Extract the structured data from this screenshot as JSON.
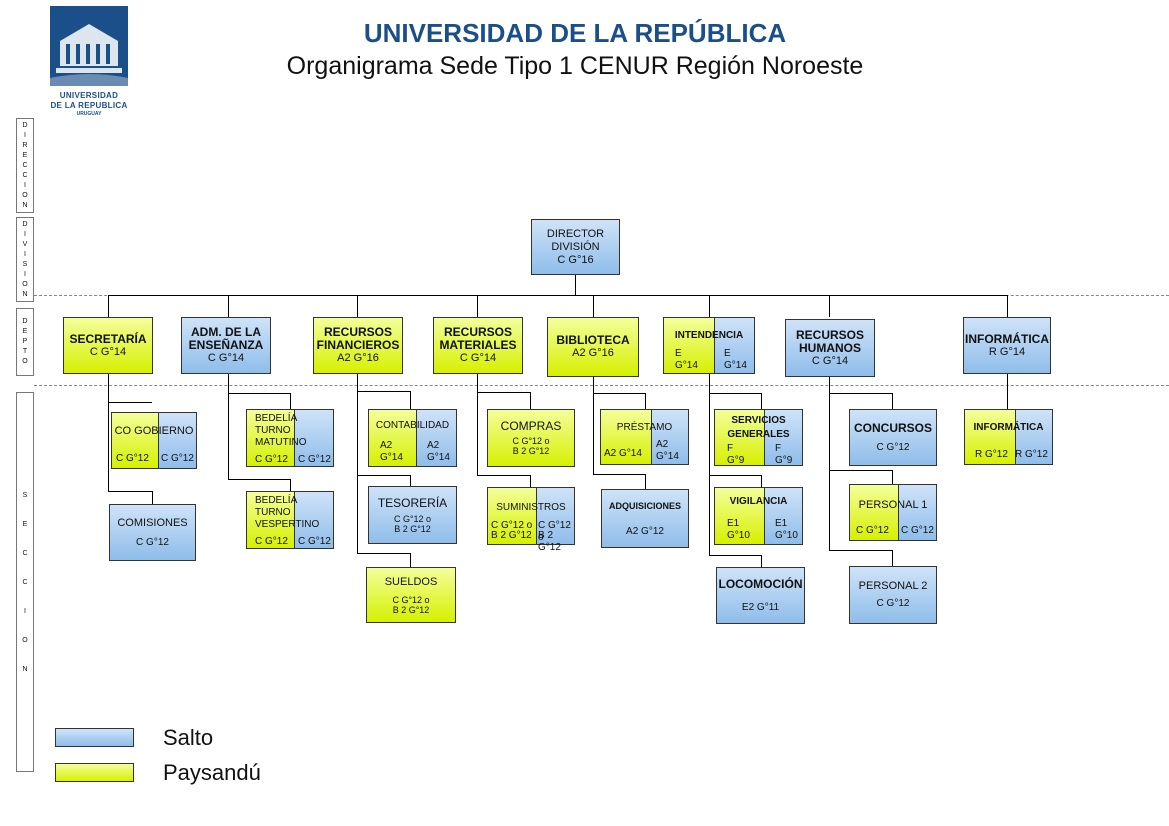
{
  "header": {
    "title": "UNIVERSIDAD DE LA REPÚBLICA",
    "subtitle": "Organigrama Sede Tipo 1 CENUR Región Noroeste"
  },
  "logo": {
    "line1": "UNIVERSIDAD",
    "line2": "DE LA REPUBLICA",
    "line3": "URUGUAY"
  },
  "side_labels": {
    "direccion": "DIRECCION",
    "division": "DIVISION",
    "depto": "DEPTO",
    "seccion": "SECCION"
  },
  "colors": {
    "salto": "#8fbdea",
    "paysandu": "#d6f000",
    "title": "#1b4f8a"
  },
  "director": {
    "line1": "DIRECTOR",
    "line2": "DIVISIÓN",
    "grade": "C G°16"
  },
  "departments": {
    "secretaria": {
      "name": "SECRETARÍA",
      "grade": "C G°14"
    },
    "adm": {
      "name1": "ADM. DE LA",
      "name2": "ENSEÑANZA",
      "grade": "C G°14"
    },
    "finan": {
      "name1": "RECURSOS",
      "name2": "FINANCIEROS",
      "grade": "A2 G°16"
    },
    "mater": {
      "name1": "RECURSOS",
      "name2": "MATERIALES",
      "grade": "C G°14"
    },
    "biblio": {
      "name": "BIBLIOTECA",
      "grade": "A2 G°16"
    },
    "intend": {
      "name": "INTENDENCIA",
      "left1": "E",
      "left2": "G°14",
      "right1": "E",
      "right2": "G°14"
    },
    "rrhh": {
      "name1": "RECURSOS",
      "name2": "HUMANOS",
      "grade": "C G°14"
    },
    "informatica": {
      "name": "INFORMÁTICA",
      "grade": "R G°14"
    }
  },
  "sections": {
    "cogobierno": {
      "name": "CO GOBIERNO",
      "left": "C G°12",
      "right": "C G°12"
    },
    "comisiones": {
      "name": "COMISIONES",
      "grade": "C G°12"
    },
    "bed_mat": {
      "l1": "BEDELÍA",
      "l2": "TURNO",
      "l3": "MATUTINO",
      "left": "C G°12",
      "right": "C G°12"
    },
    "bed_ves": {
      "l1": "BEDELÍA",
      "l2": "TURNO",
      "l3": "VESPERTINO",
      "left": "C G°12",
      "right": "C G°12"
    },
    "contabilidad": {
      "name": "CONTABILIDAD",
      "left1": "A2",
      "left2": "G°14",
      "right1": "A2",
      "right2": "G°14"
    },
    "tesoreria": {
      "name": "TESORERÍA",
      "g1": "C G°12 o",
      "g2": "B 2 G°12"
    },
    "sueldos": {
      "name": "SUELDOS",
      "g1": "C G°12 o",
      "g2": "B 2 G°12"
    },
    "compras": {
      "name": "COMPRAS",
      "g1": "C G°12 o",
      "g2": "B 2 G°12"
    },
    "suministros": {
      "name": "SUMINISTROS",
      "left1": "C G°12 o",
      "left2": "B 2 G°12",
      "right1": "C G°12 o",
      "right2": "B 2 G°12"
    },
    "prestamo": {
      "name": "PRÉSTAMO",
      "left": "A2 G°14",
      "right1": "A2",
      "right2": "G°14"
    },
    "adquisiciones": {
      "name": "ADQUISICIONES",
      "grade": "A2 G°12"
    },
    "servicios": {
      "name1": "SERVICIOS",
      "name2": "GENERALES",
      "left1": "F",
      "left2": "G°9",
      "right1": "F",
      "right2": "G°9"
    },
    "vigilancia": {
      "name": "VIGILANCIA",
      "left1": "E1",
      "left2": "G°10",
      "right1": "E1",
      "right2": "G°10"
    },
    "locomocion": {
      "name": "LOCOMOCIÓN",
      "grade": "E2 G°11"
    },
    "concursos": {
      "name": "CONCURSOS",
      "grade": "C G°12"
    },
    "personal1": {
      "name": "PERSONAL 1",
      "left": "C G°12",
      "right": "C G°12"
    },
    "personal2": {
      "name": "PERSONAL 2",
      "grade": "C G°12"
    },
    "informatica_sec": {
      "name": "INFORMÁTICA",
      "left": "R G°12",
      "right": "R G°12"
    }
  },
  "legend": {
    "salto": "Salto",
    "paysandu": "Paysandú"
  }
}
